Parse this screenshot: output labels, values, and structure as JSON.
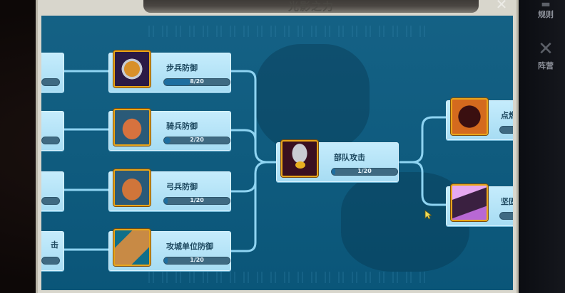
{
  "window": {
    "title": "光影之力",
    "close_label": "✕"
  },
  "side_buttons": [
    {
      "label": "规则",
      "icon": "book-icon"
    },
    {
      "label": "阵营",
      "icon": "crossed-swords-icon"
    }
  ],
  "tree": {
    "left_stubs": [
      {
        "label": "",
        "value": ""
      },
      {
        "label": "",
        "value": ""
      },
      {
        "label": "",
        "value": ""
      },
      {
        "label": "击",
        "value": ""
      }
    ],
    "tier1": [
      {
        "name": "步兵防御",
        "progress": "8/20",
        "current": 8,
        "max": 20,
        "icon": "shield-icon",
        "icon_bg": "#2b1a45"
      },
      {
        "name": "骑兵防御",
        "progress": "2/20",
        "current": 2,
        "max": 20,
        "icon": "scale-armor-icon",
        "icon_bg": "#2a5a78"
      },
      {
        "name": "弓兵防御",
        "progress": "1/20",
        "current": 1,
        "max": 20,
        "icon": "leather-armor-icon",
        "icon_bg": "#2a5a78"
      },
      {
        "name": "攻城单位防御",
        "progress": "1/20",
        "current": 1,
        "max": 20,
        "icon": "siege-log-icon",
        "icon_bg": "#0f6f8a"
      }
    ],
    "tier2": [
      {
        "name": "部队攻击",
        "progress": "1/20",
        "current": 1,
        "max": 20,
        "icon": "spearheads-icon",
        "icon_bg": "#3a1020"
      }
    ],
    "tier3": [
      {
        "name": "点燃",
        "progress": "",
        "icon": "fire-warrior-icon",
        "icon_bg": "#7a2a0a"
      },
      {
        "name": "坚固",
        "progress": "",
        "icon": "banner-knight-icon",
        "icon_bg": "#8a4fa6"
      }
    ]
  },
  "colors": {
    "board": "#0b5b80",
    "card": "#b7e4f7",
    "connector": "#8fd4f2",
    "icon_border": "#e9a519",
    "bar_track": "#3f6a82",
    "bar_fill": "#1e6ea0"
  }
}
